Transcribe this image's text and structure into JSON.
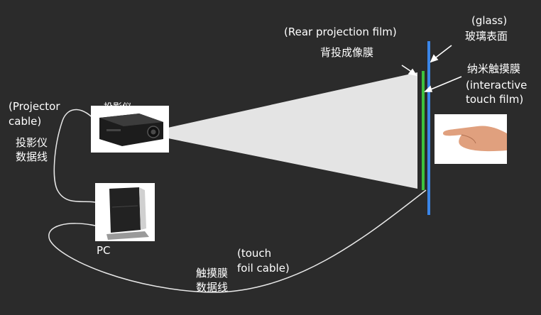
{
  "labels": {
    "rear_film_en": "(Rear projection film)",
    "rear_film_cn": "背投成像膜",
    "glass_en": "(glass)",
    "glass_cn": "玻璃表面",
    "touch_film_cn": "纳米触摸膜",
    "touch_film_en_1": "(interactive",
    "touch_film_en_2": "touch film)",
    "projector_cable_en_1": "(Projector",
    "projector_cable_en_2": "cable)",
    "projector_cable_cn_1": "投影仪",
    "projector_cable_cn_2": "数据线",
    "projector_cn": "投影仪",
    "pc": "PC",
    "touch_foil_en_1": "(touch",
    "touch_foil_en_2": "foil cable)",
    "touch_foil_cn_1": "触摸膜",
    "touch_foil_cn_2": "数据线"
  },
  "colors": {
    "background": "#2b2b2b",
    "beam": "#e4e4e4",
    "glass_line": "#3a86e8",
    "touch_film_line": "#3cc23c",
    "cable": "#e8e8e8",
    "text": "#ffffff"
  }
}
